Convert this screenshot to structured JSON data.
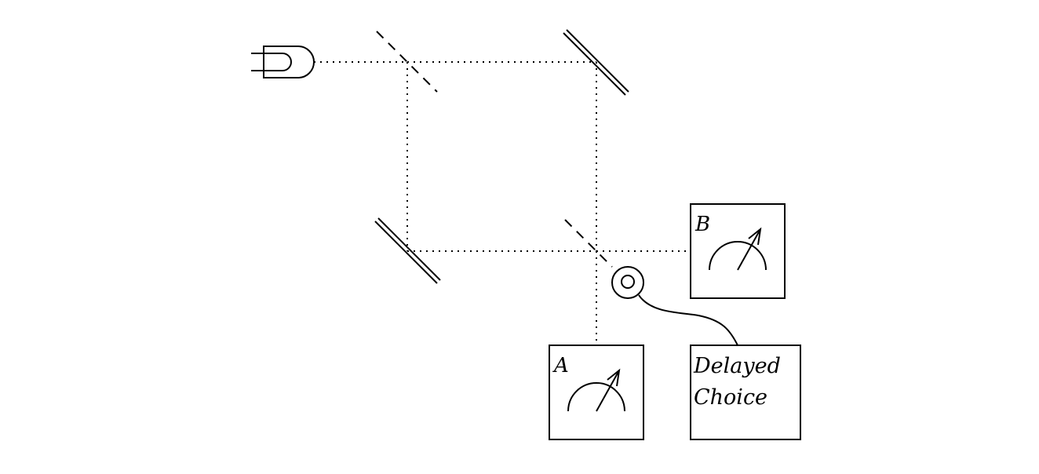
{
  "diagram": {
    "title": "Delayed-choice Mach-Zehnder interferometer",
    "components": {
      "source": {
        "type": "light-source"
      },
      "beam_splitter_1": {
        "type": "beam-splitter"
      },
      "mirror_top": {
        "type": "mirror"
      },
      "mirror_bottom": {
        "type": "mirror"
      },
      "beam_splitter_2": {
        "type": "beam-splitter",
        "removable": true
      },
      "switch": {
        "type": "switch"
      },
      "detector_a": {
        "label": "A",
        "type": "detector"
      },
      "detector_b": {
        "label": "B",
        "type": "detector"
      },
      "delayed_choice": {
        "label_line1": "Delayed",
        "label_line2": "Choice"
      }
    },
    "stroke_color": "#000000",
    "background_color": "#ffffff"
  }
}
